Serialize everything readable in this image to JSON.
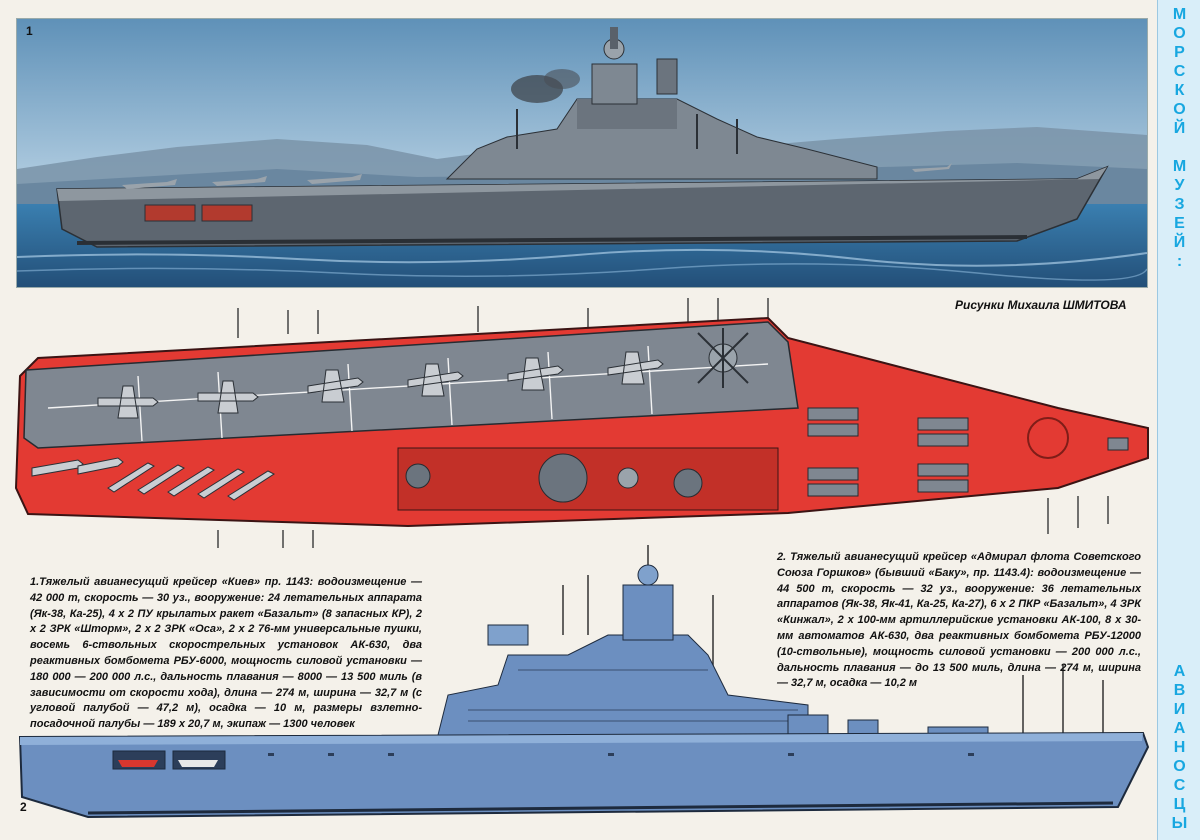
{
  "sidebar": {
    "text_top": "МОРСКОЙ МУЗЕЙ:",
    "text_bottom": "АВИАНОСЦЫ"
  },
  "panel1": {
    "number": "1"
  },
  "panel2": {
    "number": "2"
  },
  "credit": "Рисунки Михаила ШМИТОВА",
  "caption1": "1.Тяжелый авианесущий крейсер «Киев» пр. 1143: водоизмещение — 42 000 т, скорость — 30 уз., вооружение: 24 летательных аппарата (Як-38, Ка-25), 4 х 2 ПУ крылатых ракет «Базальт» (8 запасных КР), 2 х 2 ЗРК «Шторм», 2 х 2 ЗРК «Оса», 2 х 2 76-мм универсальные пушки, восемь 6-ствольных скорострельных установок АК-630, два реактивных бомбомета РБУ-6000, мощность силовой установки — 180 000 — 200 000 л.с., дальность плавания — 8000 — 13 500 миль (в зависимости от скорости хода), длина — 274 м, ширина — 32,7 м (с угловой палубой — 47,2 м), осадка — 10 м, размеры взлетно-посадочной палубы — 189 х 20,7 м, экипаж — 1300 человек",
  "caption2": "2. Тяжелый авианесущий крейсер «Адмирал флота Советского Союза Горшков» (бывший «Баку», пр. 1143.4): водоизмещение — 44 500 т, скорость — 32 уз., вооружение: 36 летательных аппаратов (Як-38, Як-41, Ка-25, Ка-27), 6 х 2 ПКР «Базальт», 4 ЗРК «Кинжал», 2 х 100-мм артиллерийские установки АК-100, 8 х 30-мм автоматов АК-630, два реактивных бомбомета РБУ-12000 (10-ствольные), мощность силовой установки — 200 000 л.с., дальность плавания — до 13 500 миль, длина — 274 м, ширина — 32,7 м, осадка — 10,2 м",
  "colors": {
    "sky_top": "#5f91b8",
    "sky_bottom": "#cfe2ee",
    "sea": "#2d6e9d",
    "hull_gray": "#5d6670",
    "deck_red": "#e33a33",
    "deck_gray": "#7f8791",
    "profile_blue": "#6c8fc0",
    "accent_cyan": "#18a7e0"
  }
}
